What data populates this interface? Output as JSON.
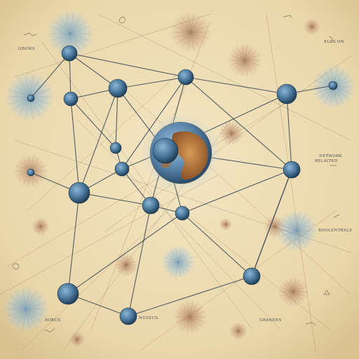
{
  "scene": {
    "description_free": true,
    "palette": {
      "paper": "#eddcb2",
      "paper_edge": "#cdb98a",
      "node_blue": "#4f7da0",
      "node_blue_dark": "#234663",
      "halo_blue": "#8fb6d1",
      "halo_brown": "#b07c5e",
      "line_dark": "#2e3d4f",
      "line_rust": "#a8683f",
      "globe_ocean": "#5b88ad",
      "globe_land": "#b7793d"
    },
    "labels": {
      "top_left": "GROWS",
      "top_right": "ELUS ON",
      "mid_right": "NETWORK",
      "mid_right_sub": "RELAITED",
      "lower_right": "BOOLENTRALE",
      "bottom_left": "BOKUS",
      "bottom_center": "NUSEUS",
      "bottom_right": "GRANDES"
    }
  }
}
